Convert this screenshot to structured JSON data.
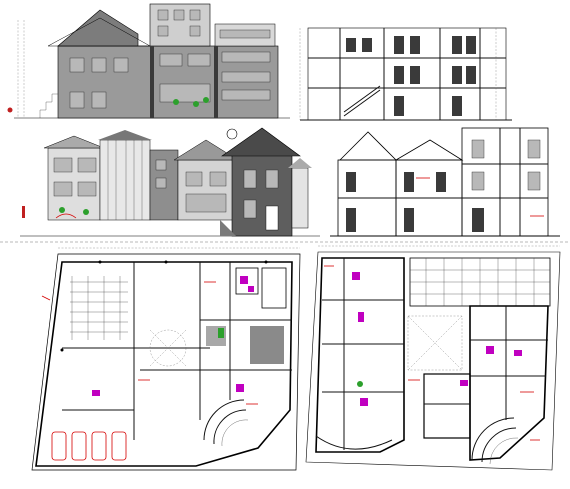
{
  "drawing": {
    "views": [
      {
        "id": "front-elevation"
      },
      {
        "id": "longitudinal-section"
      },
      {
        "id": "side-elevation"
      },
      {
        "id": "cross-section"
      },
      {
        "id": "ground-floor-plan"
      },
      {
        "id": "first-floor-plan"
      }
    ],
    "colors": {
      "linework": "#000000",
      "shading": "#8a8a8a",
      "highlight_red": "#d40000",
      "fixtures_magenta": "#c000c0",
      "landscape_green": "#2ca02c"
    }
  }
}
